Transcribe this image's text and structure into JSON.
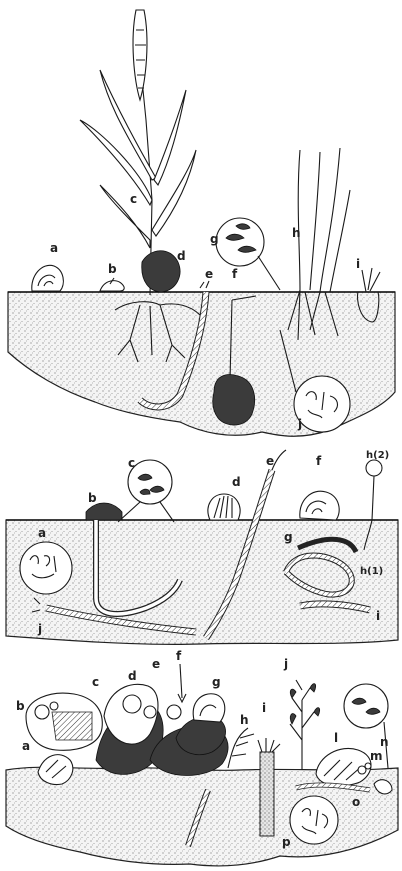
{
  "panels": [
    {
      "id": "panel-1",
      "labels": {
        "a": "a",
        "b": "b",
        "c": "c",
        "d": "d",
        "e": "e",
        "f": "f",
        "g": "g",
        "h": "h",
        "i": "i",
        "j": "j"
      }
    },
    {
      "id": "panel-2",
      "labels": {
        "a": "a",
        "b": "b",
        "c": "c",
        "d": "d",
        "e": "e",
        "f": "f",
        "g": "g",
        "h2": "h(2)",
        "h1": "h(1)",
        "i": "i",
        "j": "j"
      }
    },
    {
      "id": "panel-3",
      "labels": {
        "a": "a",
        "b": "b",
        "c": "c",
        "d": "d",
        "e": "e",
        "f": "f",
        "g": "g",
        "h": "h",
        "i": "i",
        "j": "j",
        "l": "l",
        "m": "m",
        "n": "n",
        "o": "o",
        "p": "p"
      }
    }
  ]
}
